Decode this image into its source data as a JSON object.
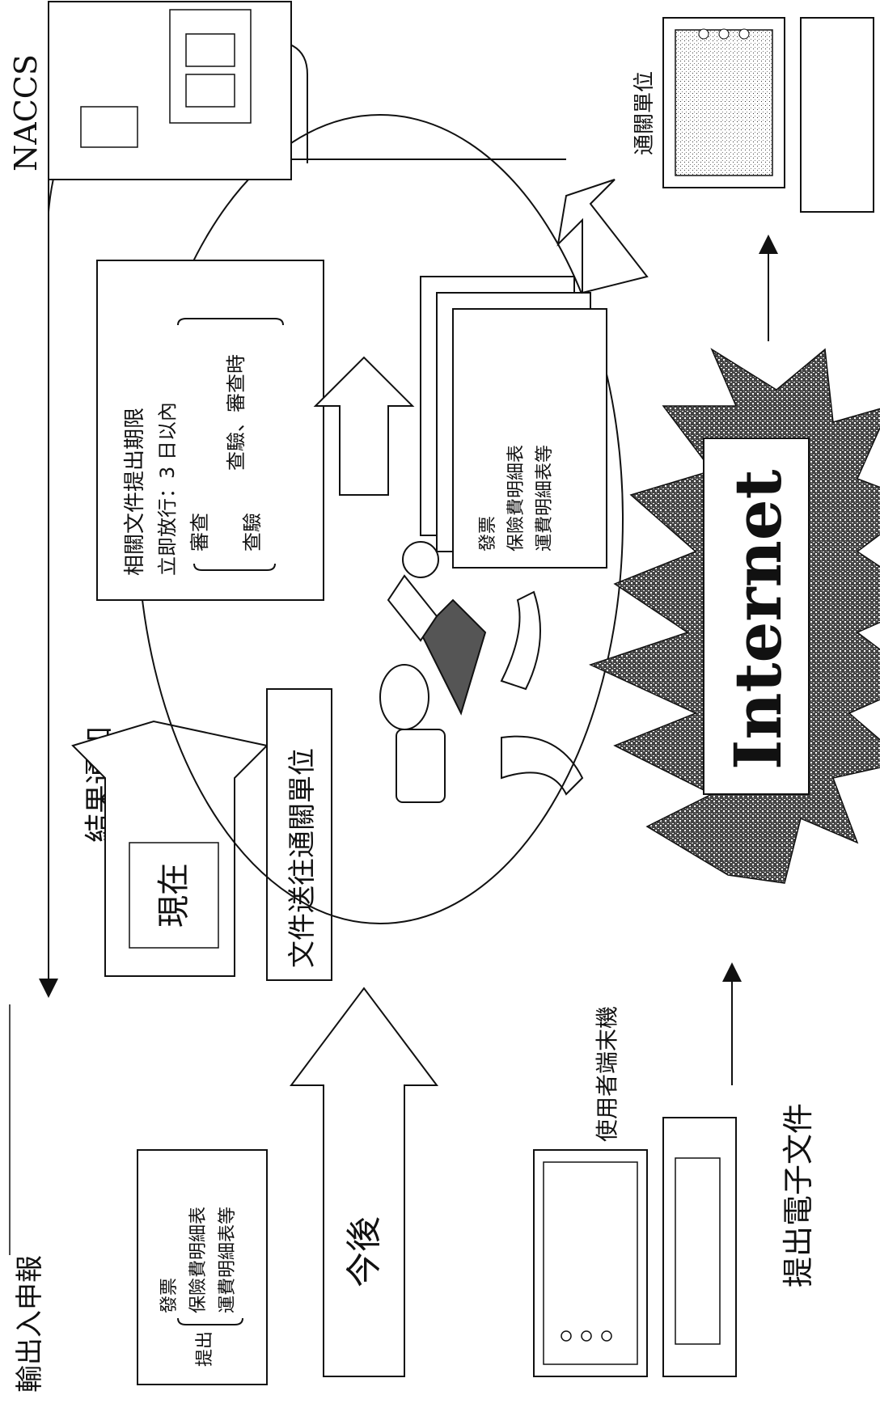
{
  "labels": {
    "customs_declaration": "輸出入申報",
    "naccs": "NACCS",
    "result_notice": "結果通知",
    "now": "現在",
    "docs_sent": "文件送往通關單位",
    "from_now": "今後",
    "user_terminal": "使用者端末機",
    "submit_electronic": "提出電子文件",
    "customs_unit": "通關單位",
    "internet": "Internet"
  },
  "submit_box": {
    "prefix": "提出",
    "items": [
      "發票",
      "保險費明細表",
      "運費明細表等"
    ]
  },
  "deadline_box": {
    "title": "相關文件提出期限",
    "immediate": "立即放行：3 日以內",
    "review": "審查",
    "inspection": "查驗",
    "review_inspection_time": "查驗、審查時"
  },
  "document_stack": {
    "items": [
      "發票",
      "保險費明細表",
      "運費明細表等"
    ]
  }
}
